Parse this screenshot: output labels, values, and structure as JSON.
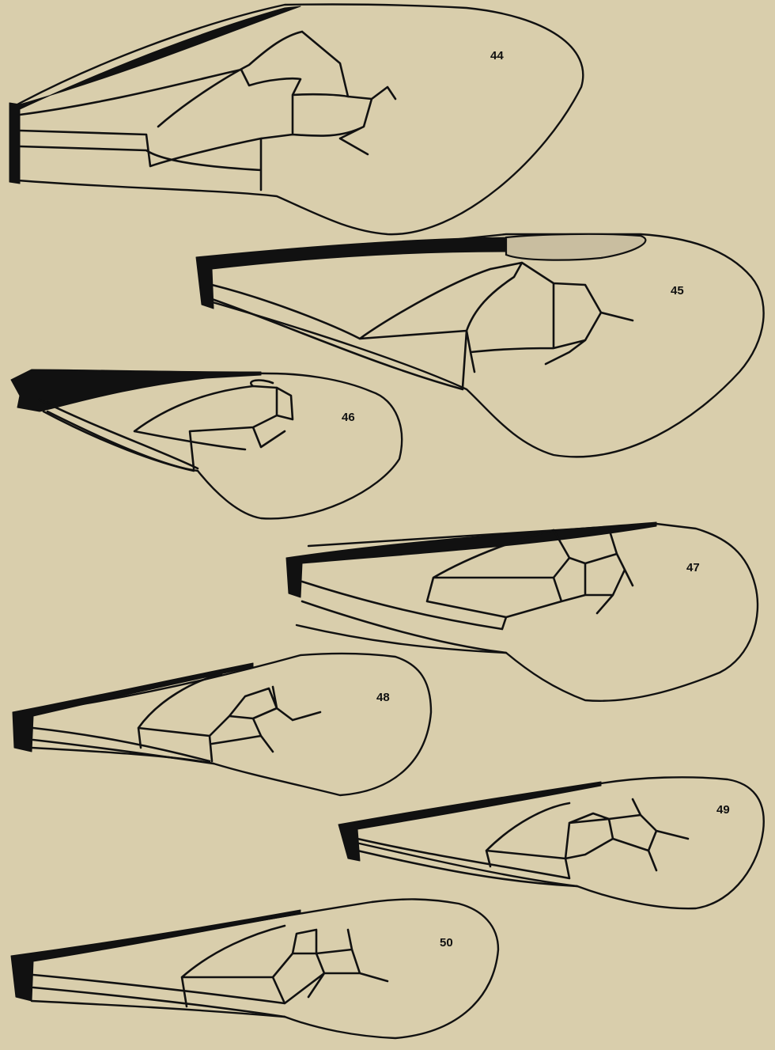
{
  "plate": {
    "background": "#d9ceac",
    "ink": "#111111"
  },
  "figures": [
    {
      "id": "fig-44",
      "label": "44"
    },
    {
      "id": "fig-45",
      "label": "45"
    },
    {
      "id": "fig-46",
      "label": "46"
    },
    {
      "id": "fig-47",
      "label": "47"
    },
    {
      "id": "fig-48",
      "label": "48"
    },
    {
      "id": "fig-49",
      "label": "49"
    },
    {
      "id": "fig-50",
      "label": "50"
    }
  ]
}
